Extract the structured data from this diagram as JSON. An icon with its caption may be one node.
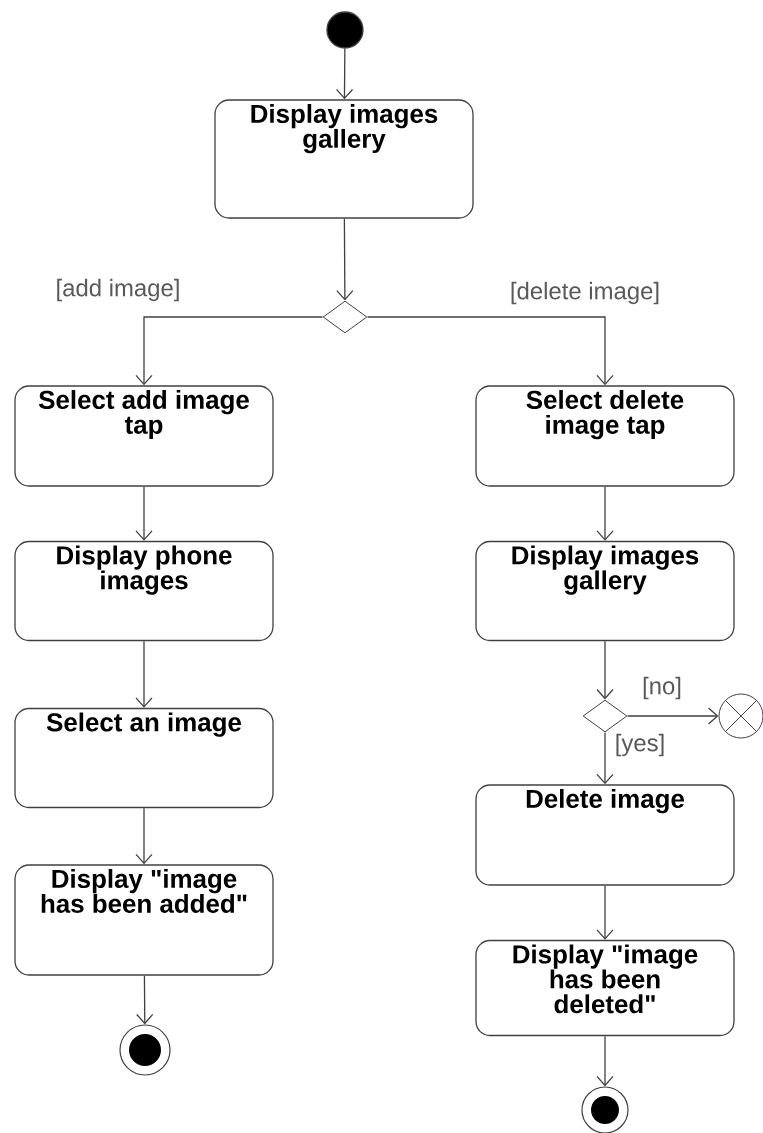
{
  "diagram": {
    "nodes": [
      {
        "text": [],
        "shape": "circle"
      },
      {
        "text": [
          "Display images gallery"
        ]
      },
      {
        "text": [],
        "shape": "diamond"
      },
      {
        "text": [
          "Select add image tap"
        ]
      },
      {
        "text": [
          "Display phone images"
        ]
      },
      {
        "text": [
          "Select an image"
        ]
      },
      {
        "text": [
          "Display \"image has been added\""
        ]
      },
      {
        "text": [],
        "shape": "circle"
      },
      {
        "text": [
          "Select delete image tap"
        ]
      },
      {
        "text": [
          "Display images gallery"
        ]
      },
      {
        "text": [],
        "shape": "diamond"
      },
      {
        "text": [],
        "shape": "circle"
      },
      {
        "text": [
          "Delete image"
        ]
      },
      {
        "text": [
          "Display \"image has been deleted\""
        ]
      },
      {
        "text": [],
        "shape": "circle"
      }
    ],
    "edges": [
      {
        "from": 0,
        "to": 1,
        "arrow": "to"
      },
      {
        "from": 1,
        "to": 2,
        "arrow": "to"
      },
      {
        "from": 2,
        "to": 3,
        "arrow": "to",
        "label": "[add image]"
      },
      {
        "from": 2,
        "to": 8,
        "arrow": "to",
        "label": "[delete image]"
      },
      {
        "from": 3,
        "to": 4,
        "arrow": "to"
      },
      {
        "from": 4,
        "to": 5,
        "arrow": "to"
      },
      {
        "from": 5,
        "to": 6,
        "arrow": "to"
      },
      {
        "from": 6,
        "to": 7,
        "arrow": "to"
      },
      {
        "from": 8,
        "to": 9,
        "arrow": "to"
      },
      {
        "from": 9,
        "to": 10,
        "arrow": "to"
      },
      {
        "from": 10,
        "to": 11,
        "arrow": "to",
        "label": "[no]"
      },
      {
        "from": 10,
        "to": 12,
        "arrow": "to",
        "label": "[yes]"
      },
      {
        "from": 12,
        "to": 13,
        "arrow": "to"
      },
      {
        "from": 13,
        "to": 14,
        "arrow": "to"
      }
    ]
  }
}
